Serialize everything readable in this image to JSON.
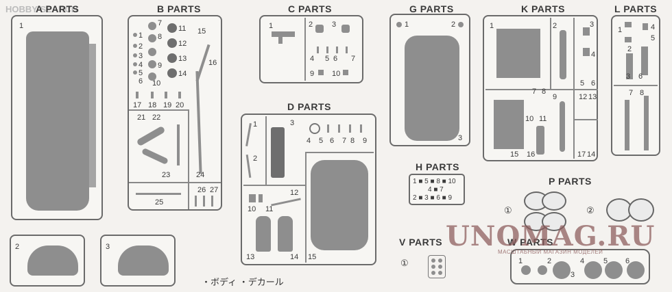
{
  "top_watermark": "HOBBY SEARCH",
  "watermark": {
    "title": "UNOMAG.RU",
    "subtitle": "МАСШТАБНЫЙ МАГАЗИН МОДЕЛЕЙ"
  },
  "notes": "・ボディ ・デカール",
  "a_parts": {
    "title": "A PARTS",
    "nums": [
      "1",
      "2",
      "3"
    ]
  },
  "b_parts": {
    "title": "B PARTS",
    "nums": [
      "1",
      "2",
      "3",
      "4",
      "5",
      "6",
      "7",
      "8",
      "9",
      "10",
      "11",
      "12",
      "13",
      "14",
      "15",
      "16",
      "17",
      "18",
      "19",
      "20",
      "21",
      "22",
      "23",
      "24",
      "25",
      "26",
      "27"
    ]
  },
  "c_parts": {
    "title": "C PARTS",
    "nums": [
      "1",
      "2",
      "3",
      "4",
      "5",
      "6",
      "7",
      "9",
      "10"
    ]
  },
  "d_parts": {
    "title": "D PARTS",
    "nums": [
      "1",
      "2",
      "3",
      "4",
      "5",
      "6",
      "7",
      "8",
      "9",
      "10",
      "11",
      "12",
      "13",
      "14",
      "15"
    ]
  },
  "g_parts": {
    "title": "G PARTS",
    "nums": [
      "1",
      "2",
      "3"
    ]
  },
  "h_parts": {
    "title": "H PARTS",
    "rows": [
      "1 ■ 5 ■ 8 ■ 10",
      "4 ■ 7",
      "2 ■ 3 ■ 6 ■ 9"
    ]
  },
  "k_parts": {
    "title": "K PARTS",
    "nums": [
      "1",
      "2",
      "3",
      "4",
      "5",
      "6",
      "7",
      "8",
      "9",
      "10",
      "11",
      "12",
      "13",
      "14",
      "15",
      "16",
      "17"
    ]
  },
  "l_parts": {
    "title": "L PARTS",
    "nums": [
      "1",
      "2",
      "3",
      "4",
      "5",
      "6",
      "7",
      "8"
    ]
  },
  "p_parts": {
    "title": "P PARTS",
    "circles": [
      "①",
      "②"
    ]
  },
  "v_parts": {
    "title": "V PARTS",
    "circles": [
      "①"
    ]
  },
  "w_parts": {
    "title": "W PARTS",
    "nums": [
      "1",
      "2",
      "3",
      "4",
      "5",
      "6"
    ]
  }
}
